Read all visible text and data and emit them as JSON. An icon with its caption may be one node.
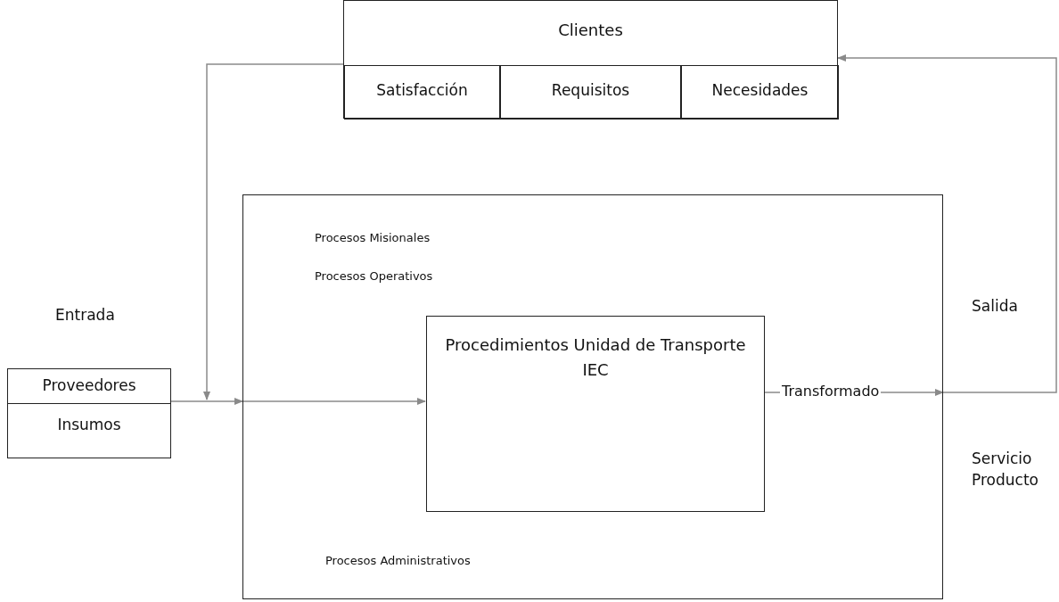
{
  "diagram": {
    "nodes": [
      {
        "text": [
          "Clientes"
        ]
      },
      {
        "text": [
          "Satisfacción"
        ],
        "in": 0
      },
      {
        "text": [
          "Requisitos"
        ],
        "in": 0
      },
      {
        "text": [
          "Necesidades"
        ],
        "in": 0
      },
      {
        "text": [
          "Proveedores",
          "Insumos"
        ],
        "beside": [
          "Entrada"
        ]
      },
      {
        "text": [
          "Procesos Misionales",
          "Procesos Operativos",
          "Procesos Administrativos"
        ]
      },
      {
        "text": [
          "Procedimientos Unidad de Transporte IEC"
        ],
        "in": 5
      }
    ],
    "edges": [
      {
        "from": 0,
        "to": null,
        "arrow": "to"
      },
      {
        "from": 4,
        "to": 5,
        "arrow": "to"
      },
      {
        "from": 5,
        "to": 6,
        "arrow": "to"
      },
      {
        "from": 6,
        "to": 5,
        "arrow": "to",
        "label": "Transformado"
      },
      {
        "from": 5,
        "to": 0,
        "arrow": "to"
      }
    ],
    "labels": [
      "Salida",
      "Servicio Producto"
    ]
  }
}
